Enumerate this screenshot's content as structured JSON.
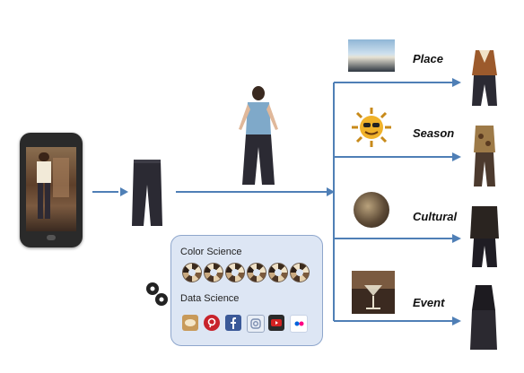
{
  "categories": [
    {
      "id": "place",
      "label": "Place"
    },
    {
      "id": "season",
      "label": "Season"
    },
    {
      "id": "cultural",
      "label": "Cultural"
    },
    {
      "id": "event",
      "label": "Event"
    }
  ],
  "panel": {
    "color_title": "Color Science",
    "data_title": "Data Science"
  },
  "social_icons": [
    "food-icon",
    "pinterest-icon",
    "facebook-icon",
    "instagram-icon",
    "youtube-icon",
    "flickr-icon"
  ],
  "colors": {
    "arrow": "#4f7fb6",
    "panel_bg": "#dde6f4",
    "panel_border": "#8ea6cc"
  }
}
